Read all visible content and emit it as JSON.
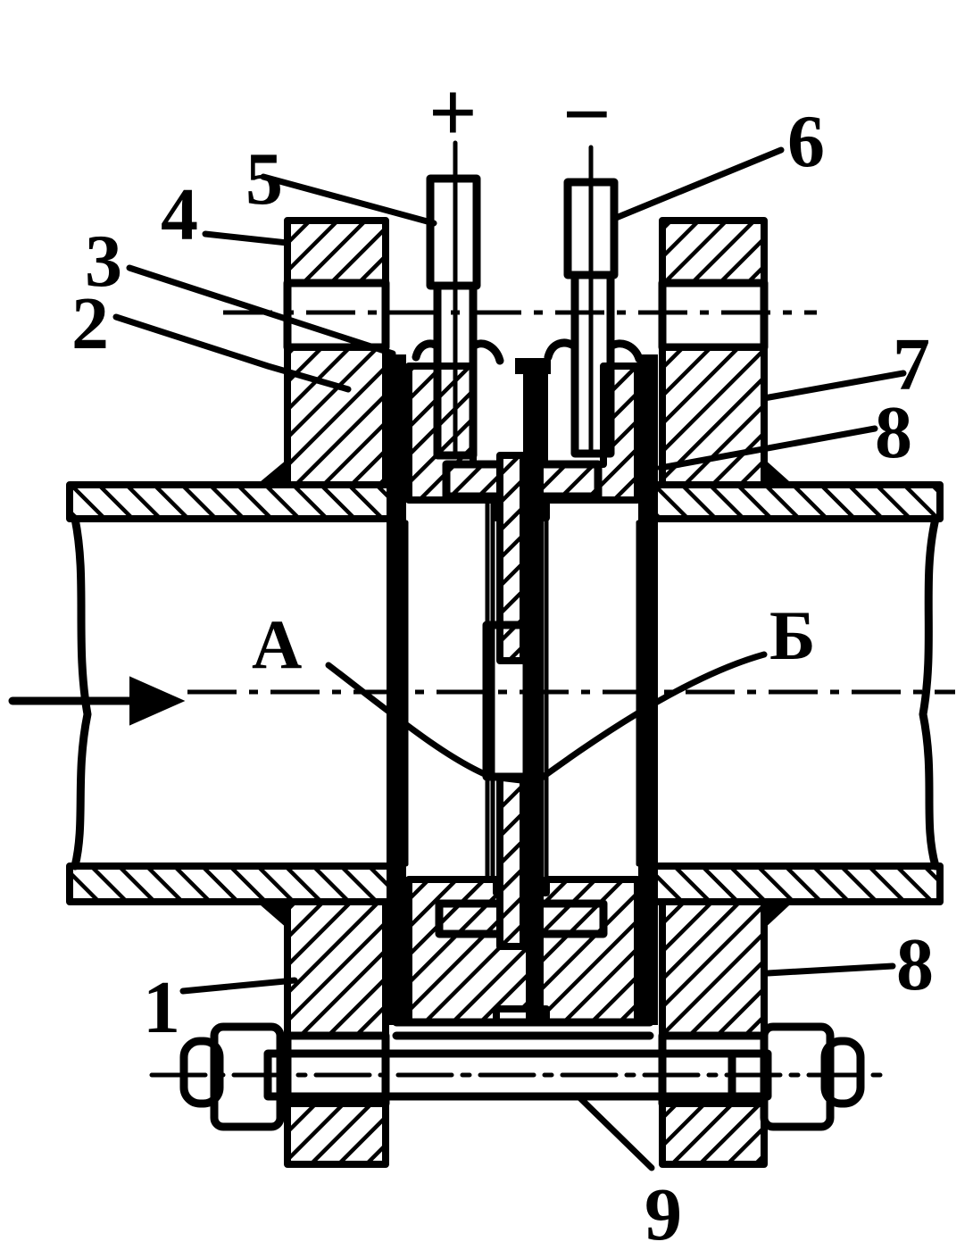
{
  "diagram": {
    "labels": [
      {
        "id": "1",
        "text": "1"
      },
      {
        "id": "2",
        "text": "2"
      },
      {
        "id": "3",
        "text": "3"
      },
      {
        "id": "4",
        "text": "4"
      },
      {
        "id": "5",
        "text": "5"
      },
      {
        "id": "6",
        "text": "6"
      },
      {
        "id": "7",
        "text": "7"
      },
      {
        "id": "8a",
        "text": "8"
      },
      {
        "id": "8b",
        "text": "8"
      },
      {
        "id": "9",
        "text": "9"
      }
    ],
    "plus_sign": "+",
    "minus_sign": "−",
    "point_a": "А",
    "point_b": "Б"
  }
}
